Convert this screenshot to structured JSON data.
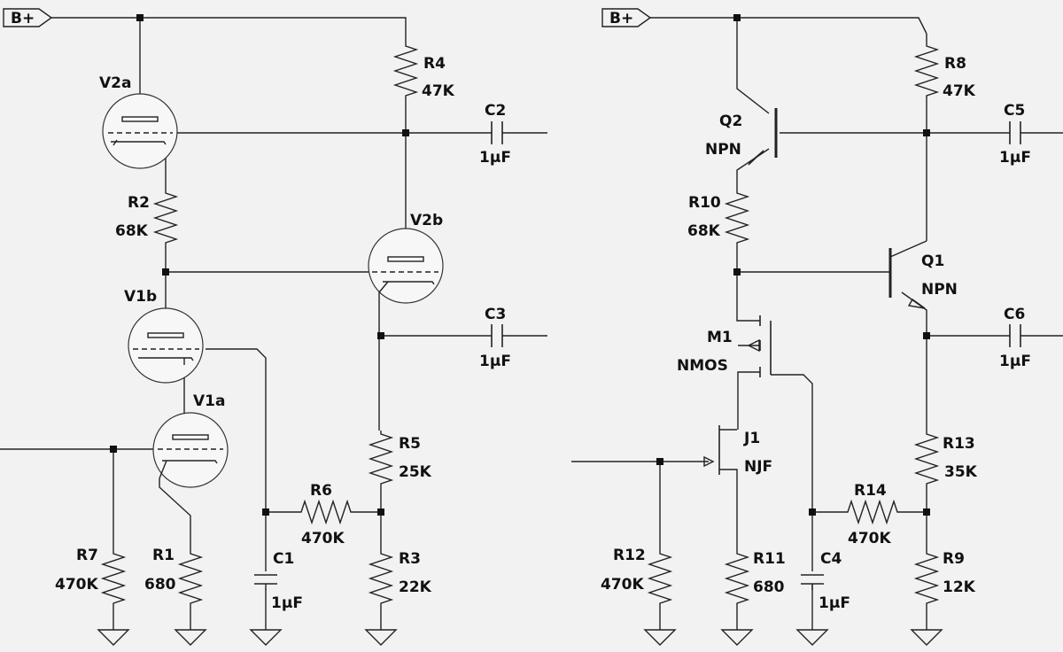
{
  "left": {
    "supply": "B+",
    "V2a": "V2a",
    "V2b": "V2b",
    "V1b": "V1b",
    "V1a": "V1a",
    "R4": {
      "ref": "R4",
      "val": "47K"
    },
    "R2": {
      "ref": "R2",
      "val": "68K"
    },
    "R5": {
      "ref": "R5",
      "val": "25K"
    },
    "R6": {
      "ref": "R6",
      "val": "470K"
    },
    "R3": {
      "ref": "R3",
      "val": "22K"
    },
    "R7": {
      "ref": "R7",
      "val": "470K"
    },
    "R1": {
      "ref": "R1",
      "val": "680"
    },
    "C1": {
      "ref": "C1",
      "val": "1µF"
    },
    "C2": {
      "ref": "C2",
      "val": "1µF"
    },
    "C3": {
      "ref": "C3",
      "val": "1µF"
    }
  },
  "right": {
    "supply": "B+",
    "Q2": {
      "ref": "Q2",
      "type": "NPN"
    },
    "Q1": {
      "ref": "Q1",
      "type": "NPN"
    },
    "M1": {
      "ref": "M1",
      "type": "NMOS"
    },
    "J1": {
      "ref": "J1",
      "type": "NJF"
    },
    "R8": {
      "ref": "R8",
      "val": "47K"
    },
    "R10": {
      "ref": "R10",
      "val": "68K"
    },
    "R13": {
      "ref": "R13",
      "val": "35K"
    },
    "R14": {
      "ref": "R14",
      "val": "470K"
    },
    "R9": {
      "ref": "R9",
      "val": "12K"
    },
    "R12": {
      "ref": "R12",
      "val": "470K"
    },
    "R11": {
      "ref": "R11",
      "val": "680"
    },
    "C4": {
      "ref": "C4",
      "val": "1µF"
    },
    "C5": {
      "ref": "C5",
      "val": "1µF"
    },
    "C6": {
      "ref": "C6",
      "val": "1µF"
    }
  }
}
